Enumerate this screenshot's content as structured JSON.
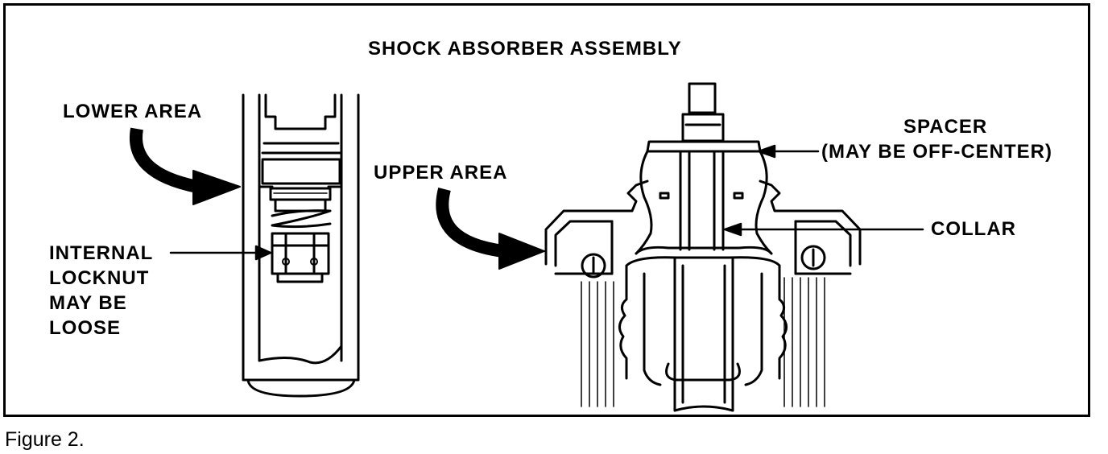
{
  "figure": {
    "title": "SHOCK ABSORBER ASSEMBLY",
    "labels": {
      "lower_area": "LOWER AREA",
      "internal_locknut": [
        "INTERNAL",
        "LOCKNUT",
        "MAY BE",
        "LOOSE"
      ],
      "upper_area": "UPPER AREA",
      "spacer": [
        "SPACER",
        "(MAY BE OFF-CENTER)"
      ],
      "collar": "COLLAR"
    },
    "caption": "Figure 2."
  }
}
